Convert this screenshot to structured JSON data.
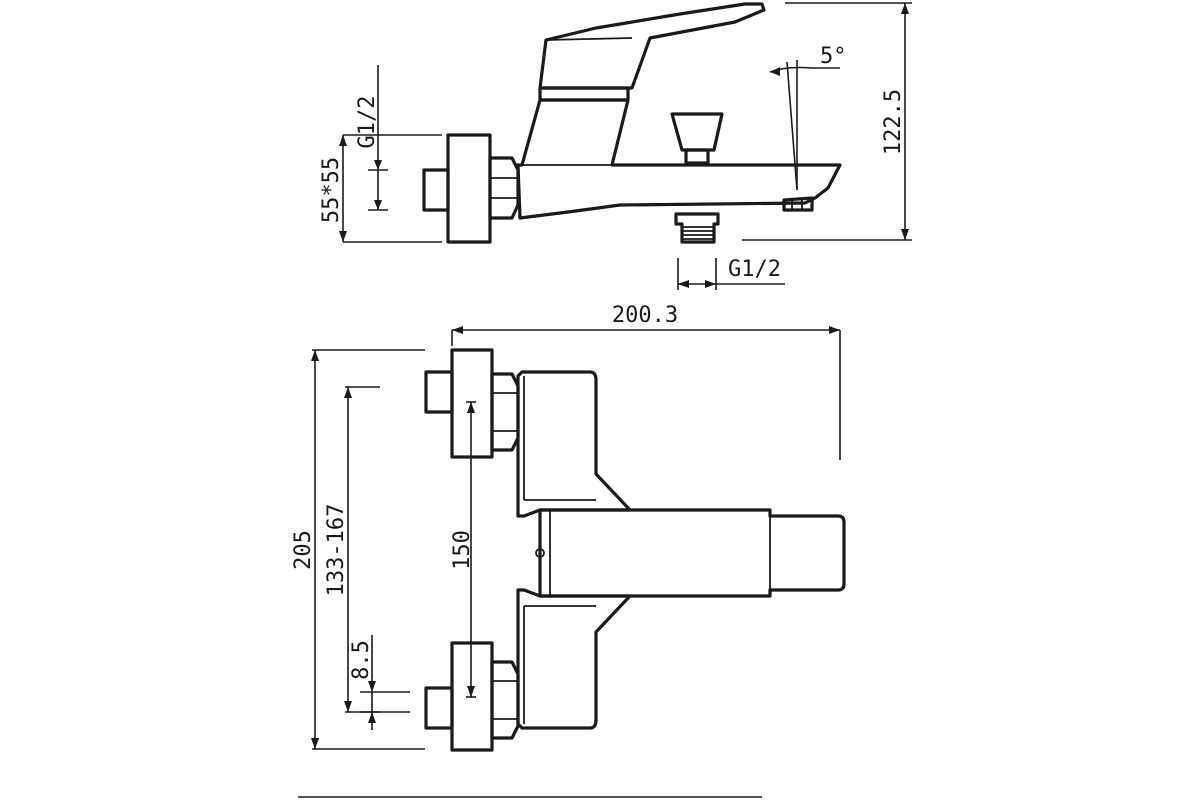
{
  "dimensions": {
    "side_inlet_thread": "G1/2",
    "flange_size": "55*55",
    "overall_height": "122.5",
    "spout_angle": "5°",
    "outlet_thread": "G1/2",
    "overall_length": "200.3",
    "overall_width": "205",
    "center_range": "133-167",
    "center_distance": "150",
    "offset": "8.5"
  }
}
